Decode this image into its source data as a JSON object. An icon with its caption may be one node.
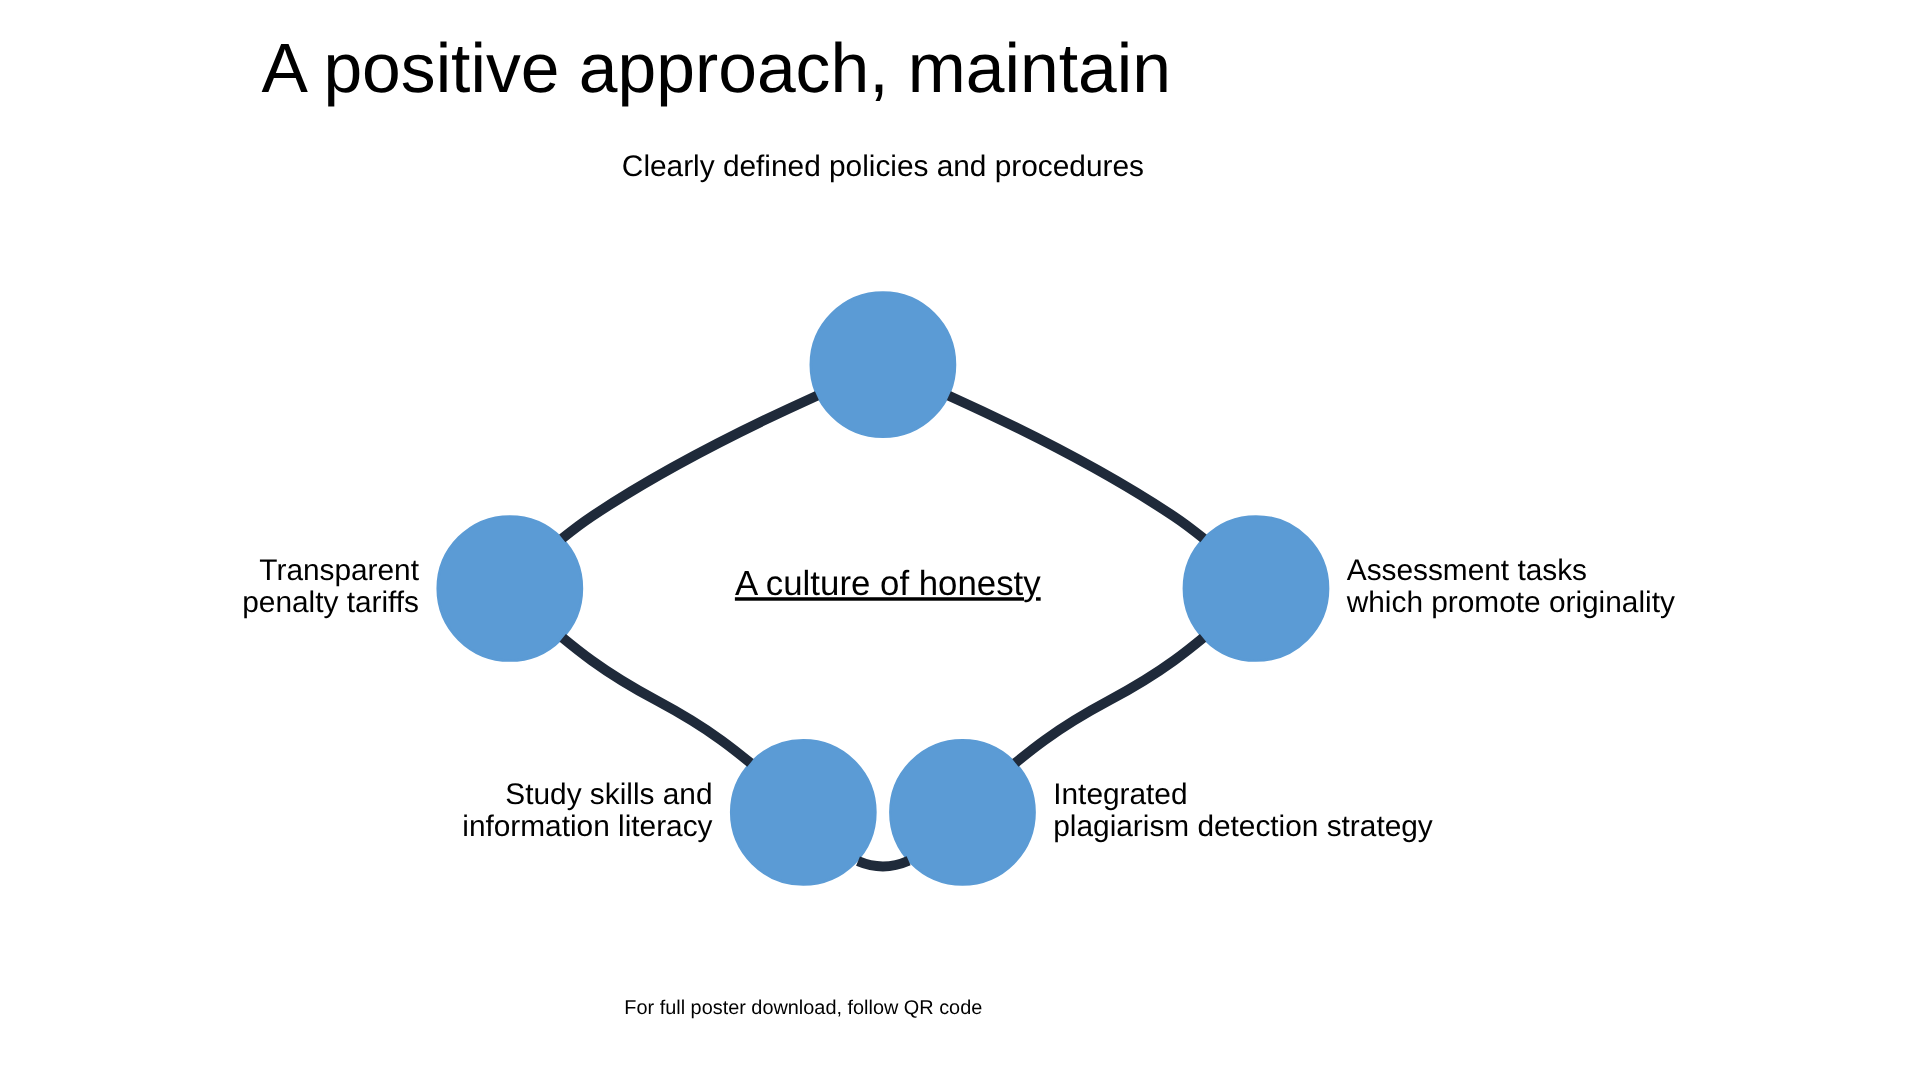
{
  "diagram": {
    "title": "A positive approach, maintain",
    "nodes": [
      {
        "text": [],
        "shape": "circle",
        "beside": [
          "Clearly defined policies and procedures"
        ]
      },
      {
        "text": [],
        "shape": "circle",
        "beside": [
          "Transparent penalty tariffs"
        ]
      },
      {
        "text": [],
        "shape": "circle",
        "beside": [
          "Assessment tasks which promote originality"
        ]
      },
      {
        "text": [],
        "shape": "circle",
        "beside": [
          "Study skills and information literacy"
        ]
      },
      {
        "text": [],
        "shape": "circle",
        "beside": [
          "Integrated plagiarism detection strategy"
        ]
      }
    ],
    "edges": [
      {
        "from": 0,
        "to": 2,
        "arrow": "none"
      },
      {
        "from": 2,
        "to": 4,
        "arrow": "none"
      },
      {
        "from": 4,
        "to": 3,
        "arrow": "none"
      },
      {
        "from": 3,
        "to": 1,
        "arrow": "none"
      },
      {
        "from": 1,
        "to": 0,
        "arrow": "none"
      }
    ],
    "labels": [
      "A culture of honesty",
      "For full poster download, follow QR code"
    ]
  }
}
